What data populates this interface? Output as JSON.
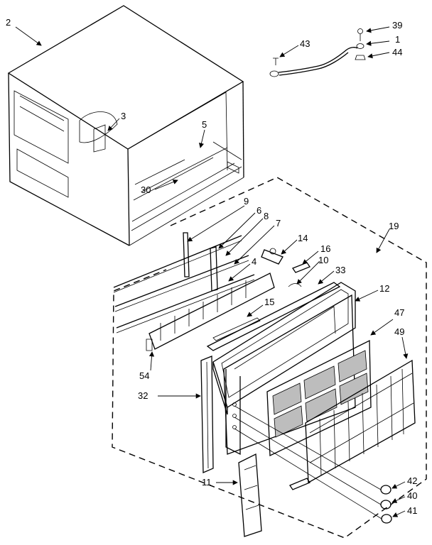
{
  "callouts": {
    "c2": "2",
    "c3": "3",
    "c5": "5",
    "c30": "30",
    "c9": "9",
    "c6": "6",
    "c8": "8",
    "c7": "7",
    "c4": "4",
    "c14": "14",
    "c16": "16",
    "c10": "10",
    "c33": "33",
    "c12": "12",
    "c15": "15",
    "c19": "19",
    "c47": "47",
    "c49": "49",
    "c54": "54",
    "c32": "32",
    "c11": "11",
    "c42": "42",
    "c40": "40",
    "c41": "41",
    "c39": "39",
    "c1": "1",
    "c44": "44",
    "c43": "43"
  },
  "colors": {
    "ink": "#000000",
    "background": "#ffffff",
    "filter_fill": "#bdbdbd"
  }
}
